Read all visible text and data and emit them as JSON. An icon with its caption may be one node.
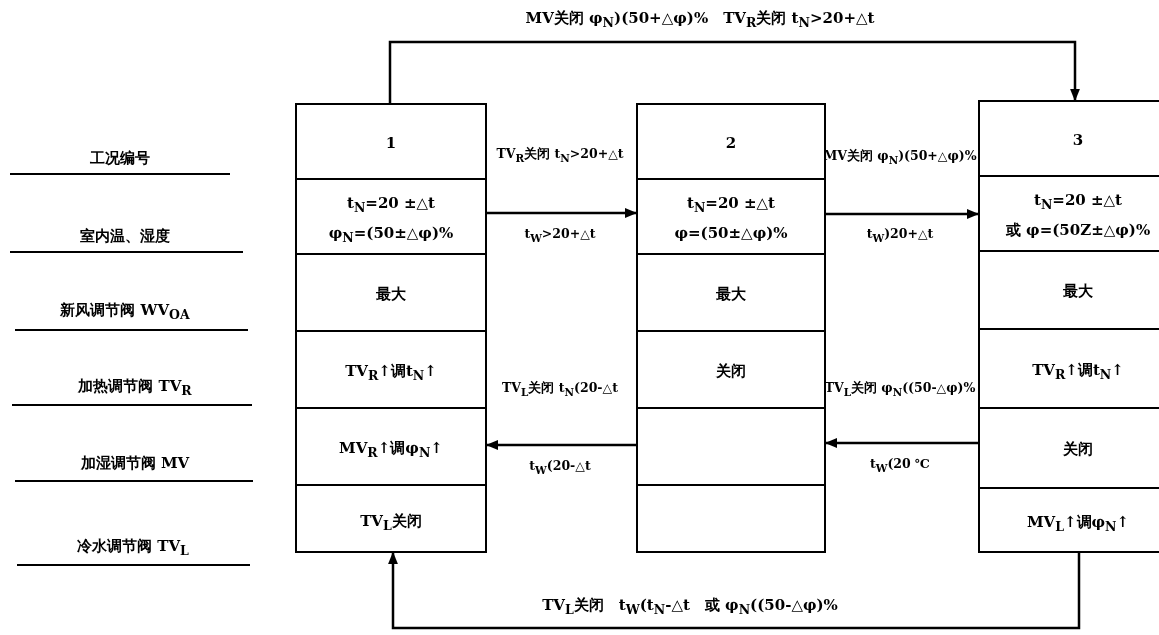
{
  "diagram": {
    "nodes": [
      {
        "text": [
          "1",
          "t$_{N}$=20 ±△t",
          "φ$_{N}$=(50±△φ)%",
          "最大",
          "TV$_{R}$↑调t$_{N}$↑",
          "MV$_{R}$↑调φ$_{N}$↑",
          "TV$_{L}$关闭"
        ]
      },
      {
        "text": [
          "2",
          "t$_{N}$=20 ±△t",
          "φ=(50±△φ)%",
          "最大",
          "关闭"
        ]
      },
      {
        "text": [
          "3",
          "t$_{N}$=20 ±△t",
          "或 φ=(50Z±△φ)%",
          "最大",
          "TV$_{R}$↑调t$_{N}$↑",
          "关闭",
          "MV$_{L}$↑调φ$_{N}$↑"
        ]
      }
    ],
    "edges": [
      {
        "from": 0,
        "to": 2,
        "arrow": "to",
        "label": "MV关闭 φ$_{N}$)(50+△φ)%　TV$_{R}$关闭 t$_{N}$>20+△t"
      },
      {
        "from": 0,
        "to": 1,
        "arrow": "to",
        "label": "TV$_{R}$关闭 t$_{N}$>20+△t"
      },
      {
        "from": 1,
        "to": 2,
        "arrow": "to",
        "label": "MV关闭 φ$_{N}$)(50+△φ)%"
      },
      {
        "from": 1,
        "to": 0,
        "arrow": "to",
        "label": "TV$_{L}$关闭 t$_{N}$(20-△t"
      },
      {
        "from": 2,
        "to": 1,
        "arrow": "to",
        "label": "TV$_{L}$关闭 φ$_{N}$((50-△φ)%"
      },
      {
        "from": 2,
        "to": 0,
        "arrow": "to",
        "label": "TV$_{L}$关闭　t$_{W}$(t$_{N}$-△t　或 φ$_{N}$((50-△φ)%"
      }
    ],
    "labels": [
      "工况编号",
      "室内温、湿度",
      "新风调节阀 WV$_{OA}$",
      "加热调节阀 TV$_{R}$",
      "加湿调节阀 MV",
      "冷水调节阀 TV$_{L}$",
      "t$_{W}$>20+△t",
      "t$_{W}$)20+△t",
      "t$_{W}$(20-△t",
      "t$_{W}$(20 ℃"
    ]
  }
}
